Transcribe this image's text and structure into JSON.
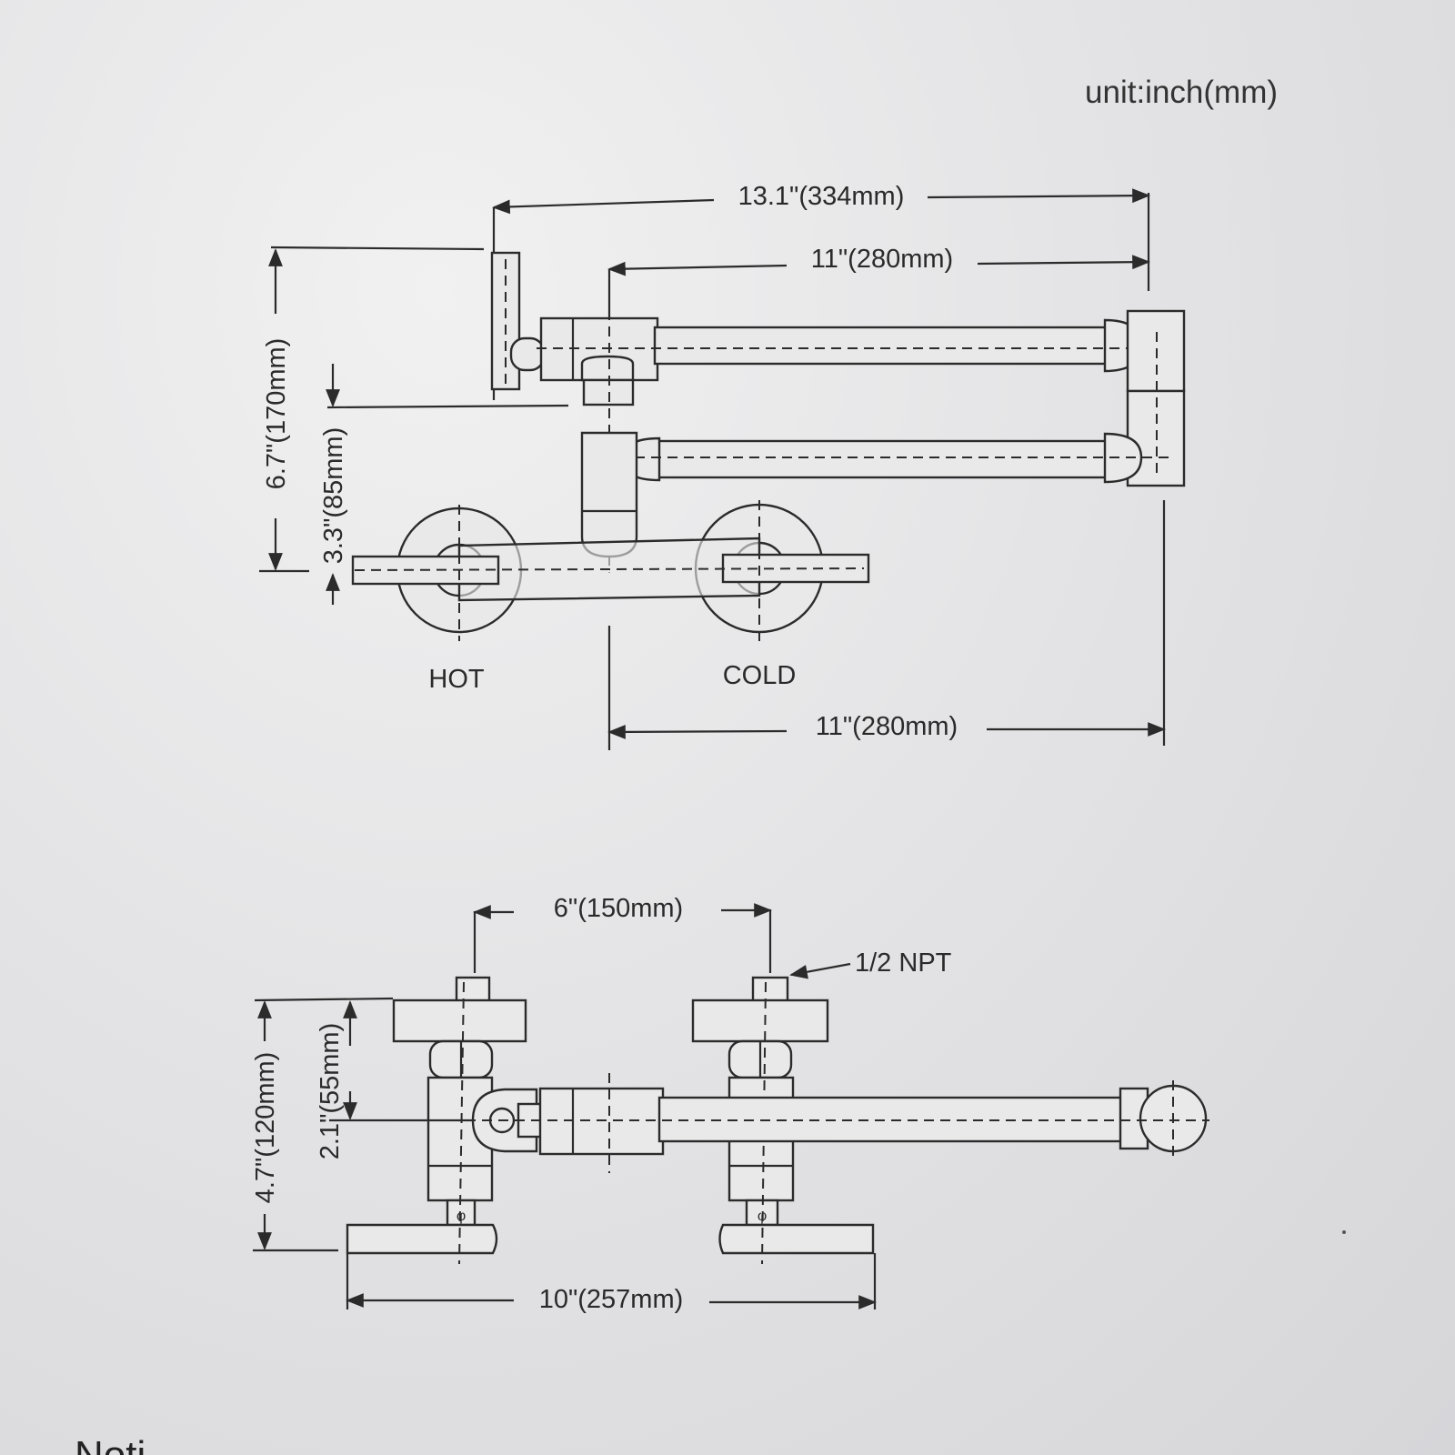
{
  "unit_label": "unit:inch(mm)",
  "top_view": {
    "dim_overall_width": "13.1\"(334mm)",
    "dim_spout_reach": "11\"(280mm)",
    "dim_bottom_reach": "11\"(280mm)",
    "dim_total_height": "6.7\"(170mm)",
    "dim_arm_height": "3.3\"(85mm)",
    "label_hot": "HOT",
    "label_cold": "COLD"
  },
  "front_view": {
    "dim_inlet_spacing": "6\"(150mm)",
    "label_thread": "1/2 NPT",
    "dim_depth": "4.7\"(120mm)",
    "dim_center_height": "2.1\"(55mm)",
    "dim_handle_span": "10\"(257mm)"
  },
  "footer_partial_text": "Noti"
}
